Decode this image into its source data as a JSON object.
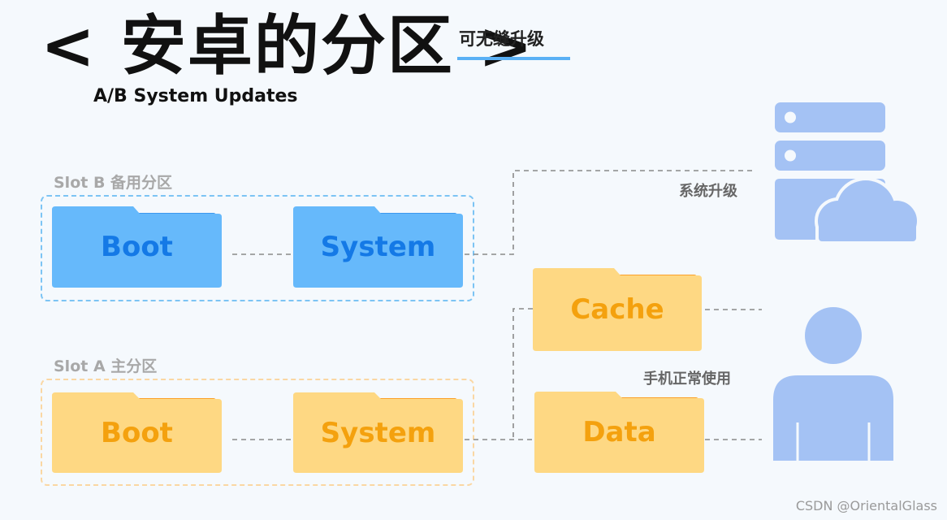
{
  "header": {
    "title": "< 安卓的分区 >",
    "subtitle": "可无缝升级",
    "english_title": "A/B System Updates"
  },
  "slots": {
    "b": {
      "label": "Slot B  备用分区",
      "boot": "Boot",
      "system": "System"
    },
    "a": {
      "label": "Slot A  主分区",
      "boot": "Boot",
      "system": "System"
    }
  },
  "partitions": {
    "cache": "Cache",
    "data": "Data"
  },
  "labels": {
    "system_upgrade": "系统升级",
    "phone_usage": "手机正常使用"
  },
  "icons": {
    "server": "server-cloud-icon",
    "user": "user-icon"
  },
  "colors": {
    "blue_folder": "#66b9fb",
    "blue_folder_tab": "#3d98ee",
    "blue_text": "#1479e6",
    "orange_folder": "#fed883",
    "orange_folder_tab": "#fca12a",
    "orange_text": "#f4a10e",
    "icon_blue": "#a4c2f4",
    "slot_b_border": "#7cc4f4",
    "slot_a_border": "#fad7a3",
    "connector": "#8a8a8a"
  },
  "watermark": "CSDN @OrientalGlass"
}
